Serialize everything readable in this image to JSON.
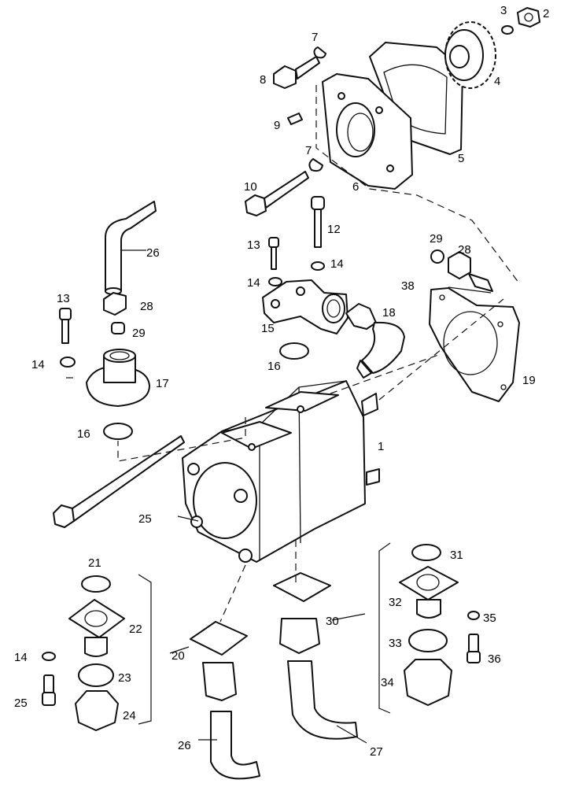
{
  "callouts": {
    "c1": "1",
    "c2": "2",
    "c3": "3",
    "c4": "4",
    "c5": "5",
    "c6": "6",
    "c7a": "7",
    "c7b": "7",
    "c8": "8",
    "c9": "9",
    "c10": "10",
    "c12": "12",
    "c13a": "13",
    "c13b": "13",
    "c14a": "14",
    "c14b": "14",
    "c14c": "14",
    "c14d": "14",
    "c15": "15",
    "c16a": "16",
    "c16b": "16",
    "c17": "17",
    "c18": "18",
    "c19": "19",
    "c20": "20",
    "c21": "21",
    "c22": "22",
    "c23": "23",
    "c24": "24",
    "c25a": "25",
    "c25b": "25",
    "c26a": "26",
    "c26b": "26",
    "c27": "27",
    "c28a": "28",
    "c28b": "28",
    "c29a": "29",
    "c29b": "29",
    "c30": "30",
    "c31": "31",
    "c32": "32",
    "c33": "33",
    "c34": "34",
    "c35": "35",
    "c36": "36",
    "c38": "38"
  }
}
